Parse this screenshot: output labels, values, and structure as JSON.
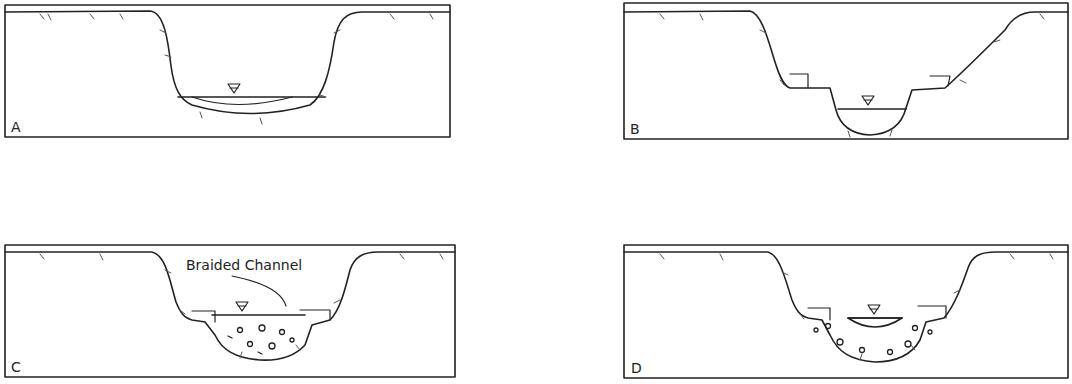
{
  "diagram": {
    "labels": [
      "A",
      "B",
      "C",
      "D",
      "Braided Channel"
    ]
  }
}
